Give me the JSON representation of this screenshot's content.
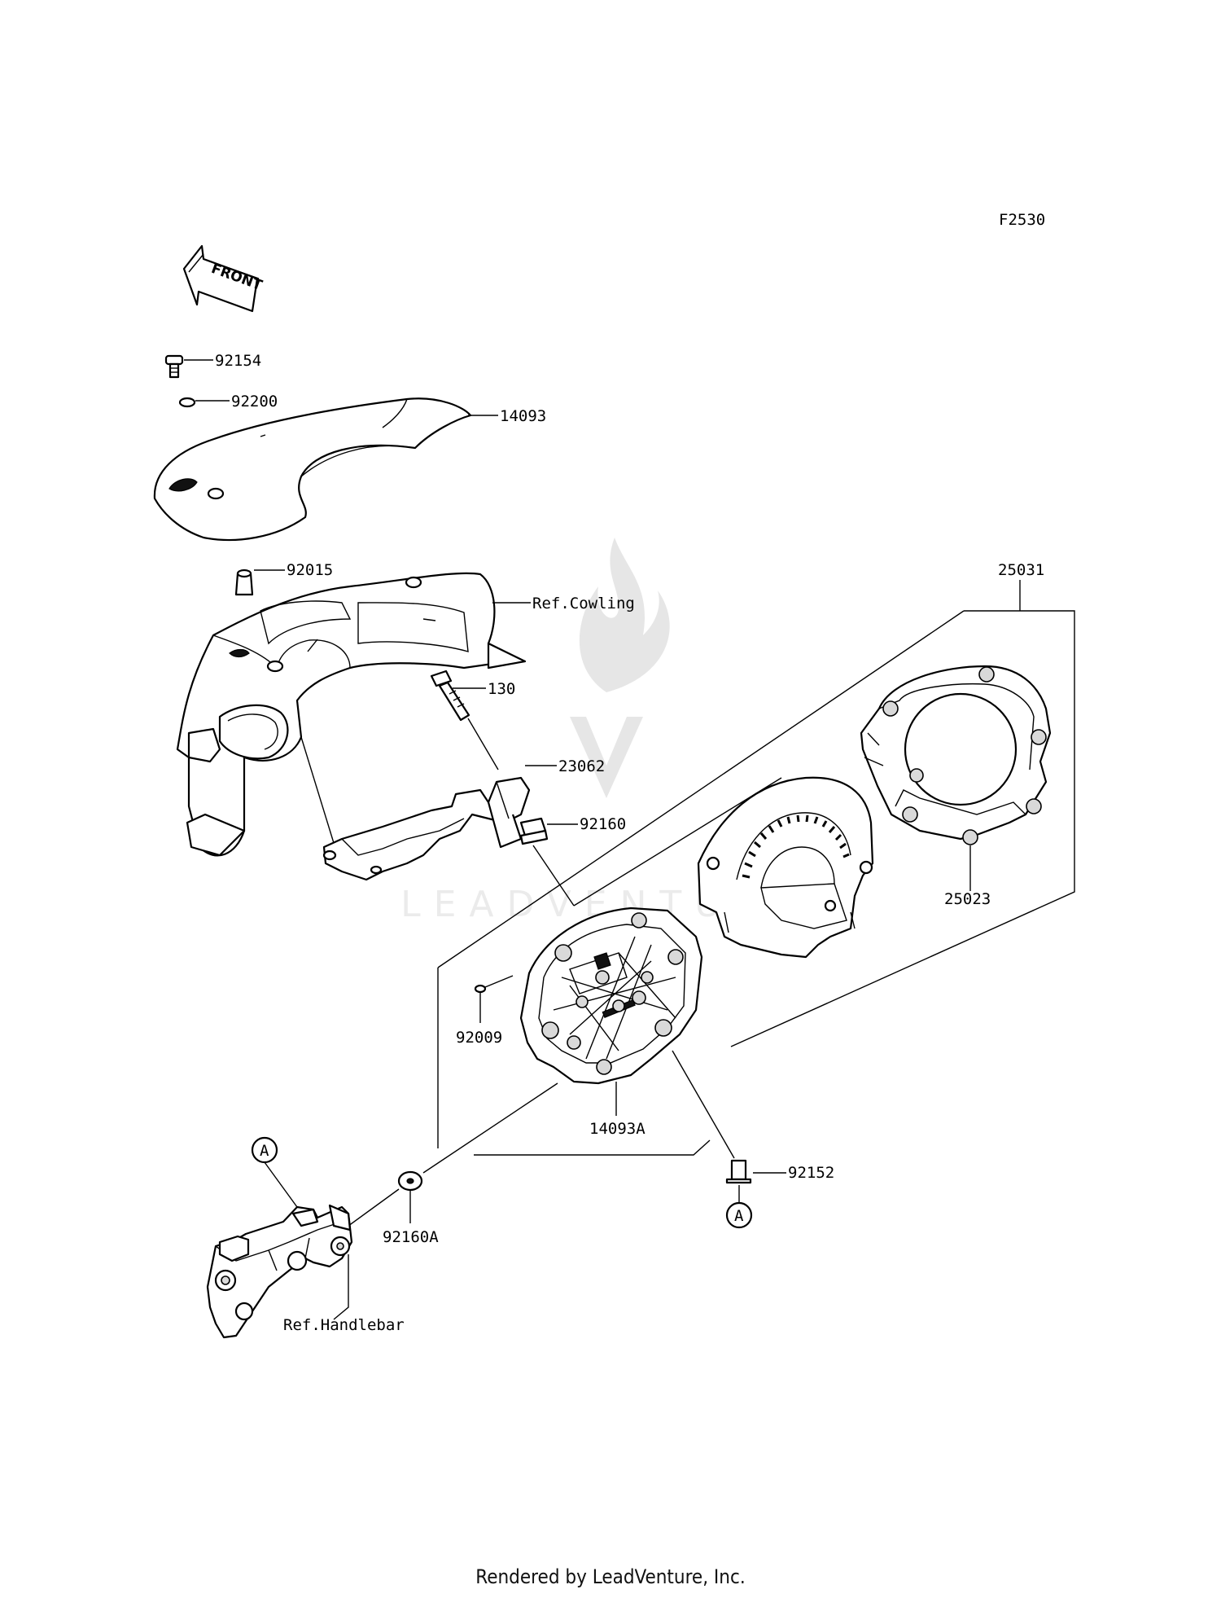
{
  "figure_code": "F2530",
  "front_arrow_text": "FRONT",
  "watermark_text": "LEADVENTURE",
  "labels": {
    "p92154": "92154",
    "p92200": "92200",
    "p14093": "14093",
    "p92015": "92015",
    "ref_cowling": "Ref.Cowling",
    "p130": "130",
    "p23062": "23062",
    "p92160": "92160",
    "p25031": "25031",
    "p25023": "25023",
    "p92009": "92009",
    "p14093A": "14093A",
    "p92152": "92152",
    "p92160A": "92160A",
    "ref_handlebar": "Ref.Handlebar",
    "ref_a": "A"
  },
  "footer_text": "Rendered by LeadVenture, Inc."
}
